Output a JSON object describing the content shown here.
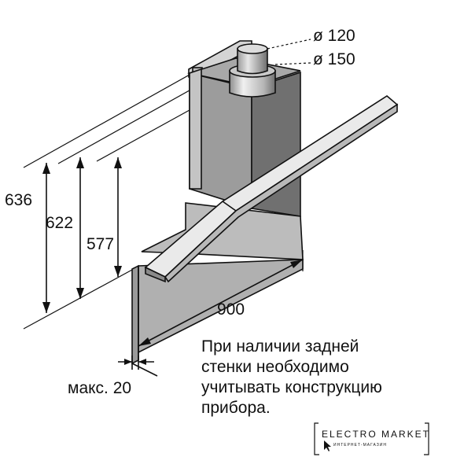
{
  "dimensions": {
    "height_total": "636",
    "height_mid": "622",
    "height_low": "577",
    "width": "900",
    "duct_small": "ø 120",
    "duct_large": "ø 150",
    "max_offset": "макс. 20"
  },
  "note": {
    "lines": [
      "При наличии задней",
      "стенки необходимо",
      "учитывать конструкцию",
      "прибора."
    ]
  },
  "logo": {
    "title": "ELECTRO MARKET",
    "subtitle": "ИНТЕРНЕТ-МАГАЗИН"
  }
}
